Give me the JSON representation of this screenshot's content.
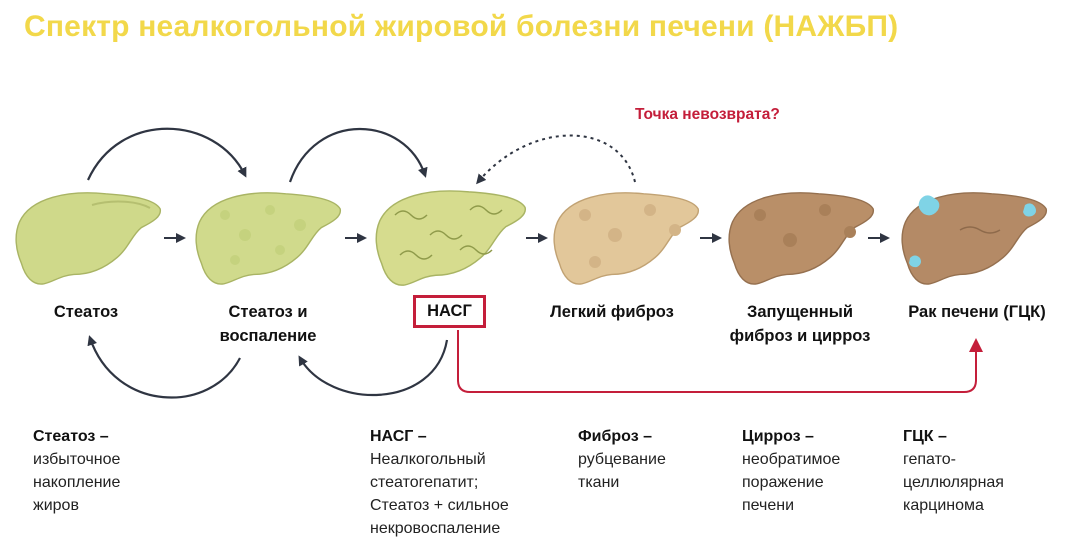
{
  "title": "Спектр неалкогольной жировой болезни печени (НАЖБП)",
  "return_point_label": "Точка невозврата?",
  "stages": [
    {
      "id": "steatosis",
      "label": "Стеатоз"
    },
    {
      "id": "steatosis-inflammation",
      "label": "Стеатоз и\nвоспаление"
    },
    {
      "id": "nash",
      "label": "НАСГ"
    },
    {
      "id": "mild-fibrosis",
      "label": "Легкий фиброз"
    },
    {
      "id": "advanced-fibrosis-cirrhosis",
      "label": "Запущенный\nфиброз и цирроз"
    },
    {
      "id": "liver-cancer",
      "label": "Рак печени (ГЦК)"
    }
  ],
  "definitions": [
    {
      "term": "Стеатоз –",
      "desc": "избыточное\nнакопление\nжиров"
    },
    {
      "term": "НАСГ –",
      "desc": "Неалкогольный\nстеатогепатит;\nСтеатоз + сильное\nнекровоспаление"
    },
    {
      "term": "Фиброз –",
      "desc": "рубцевание\nткани"
    },
    {
      "term": "Цирроз –",
      "desc": "необратимое\nпоражение\nпечени"
    },
    {
      "term": "ГЦК –",
      "desc": "гепато-\nцеллюлярная\nкарцинома"
    }
  ],
  "colors": {
    "title": "#f2d84a",
    "accent_red": "#c41e3a",
    "arrow": "#2f3542",
    "liver_1": "#cfd98a",
    "liver_2": "#d0da8c",
    "liver_3": "#d6dc8e",
    "liver_4": "#e2c79a",
    "liver_5": "#b98f68",
    "liver_6": "#b48a66",
    "tumor": "#7fd3e6"
  }
}
